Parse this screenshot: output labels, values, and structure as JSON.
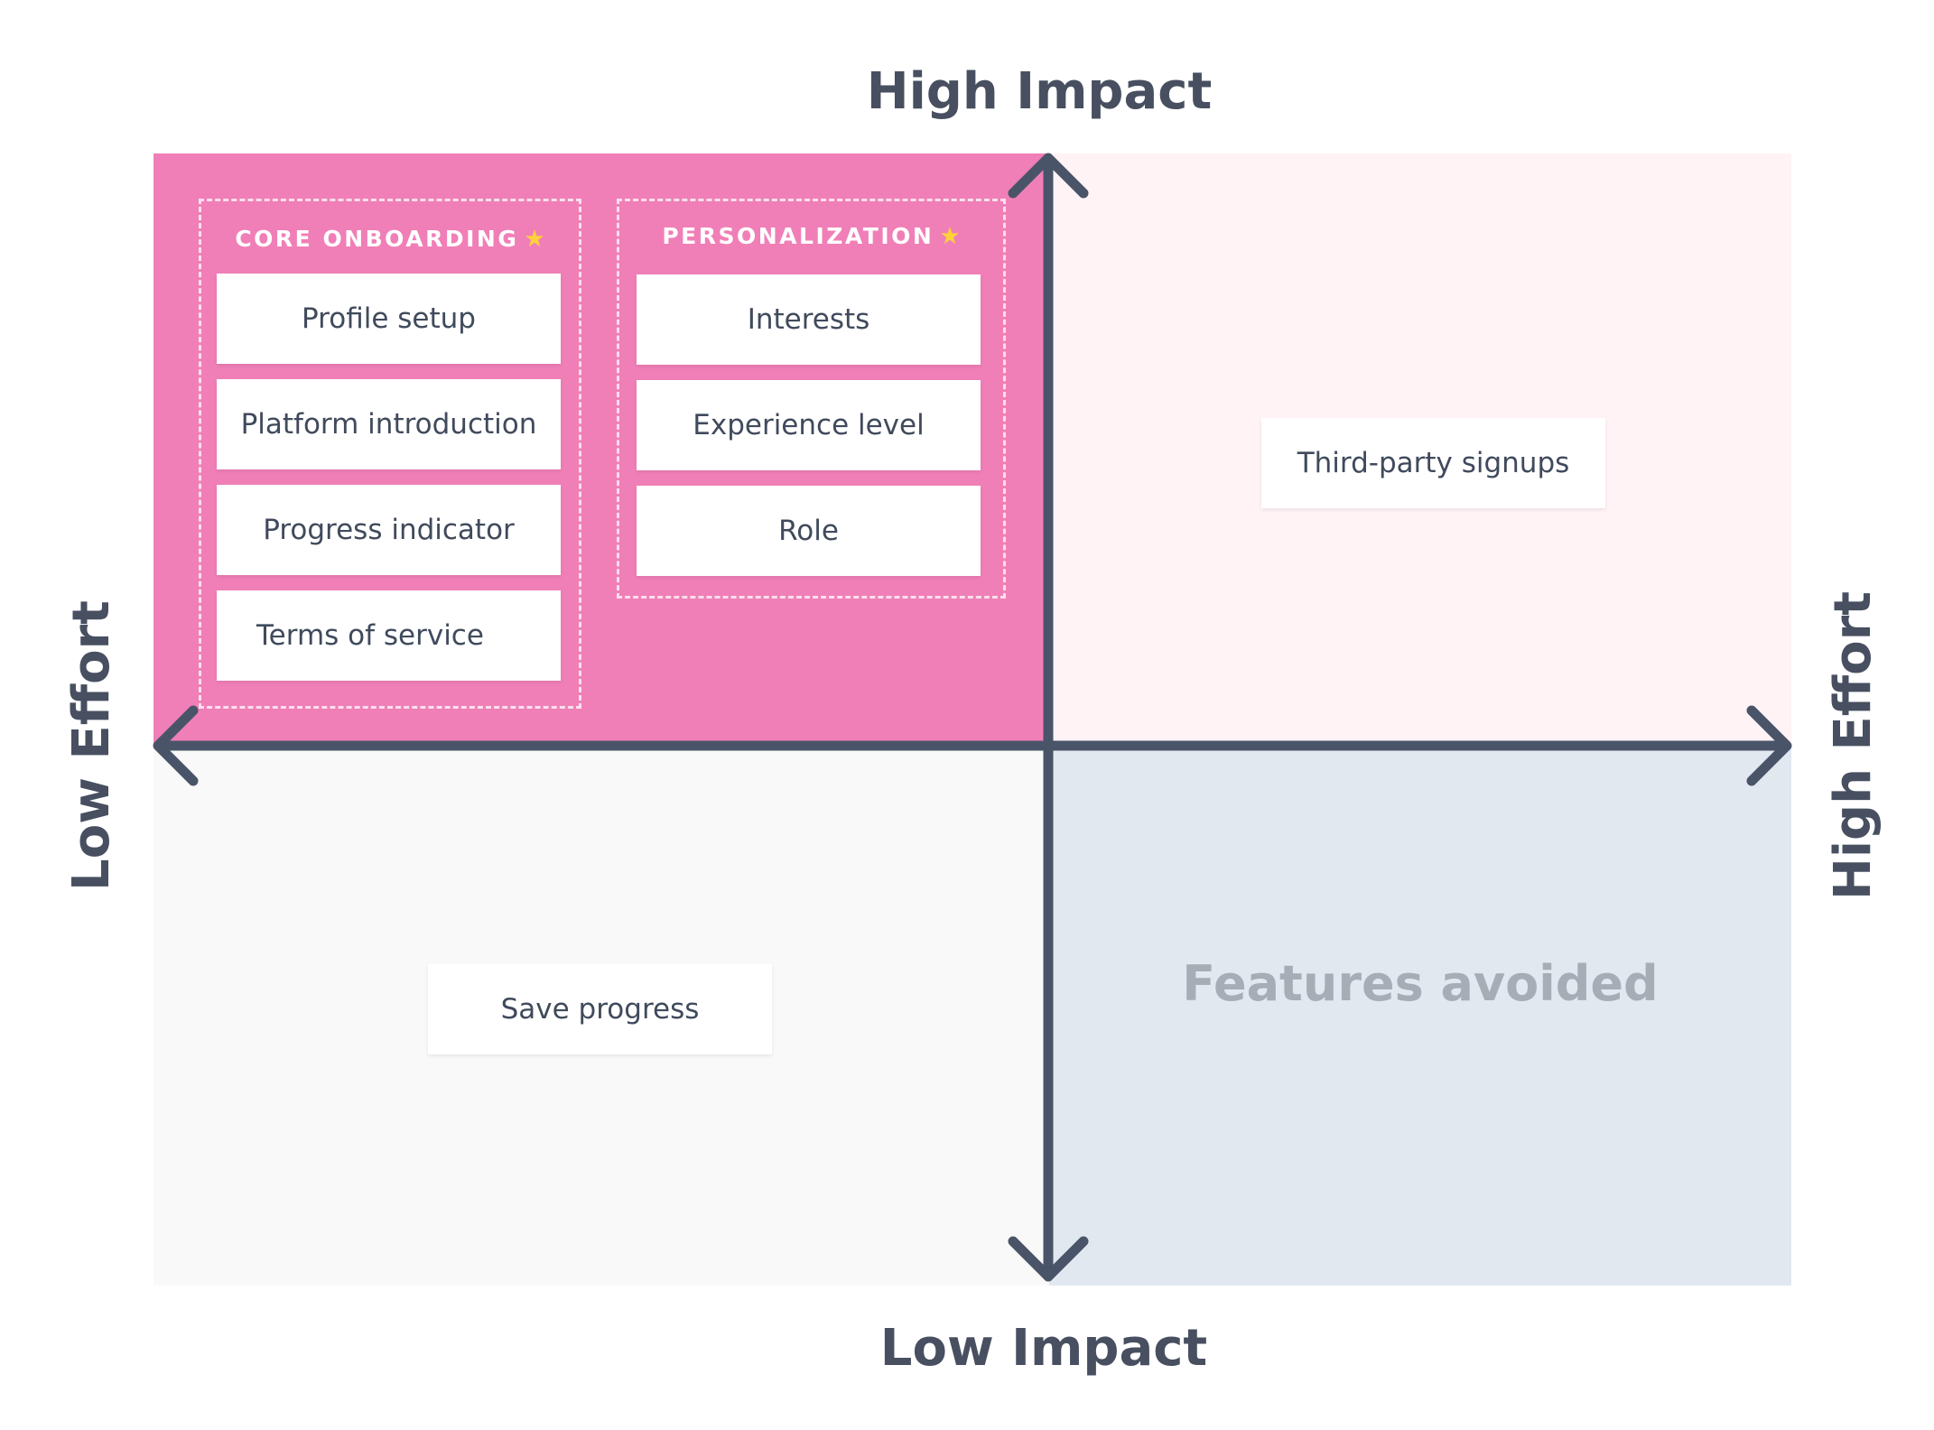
{
  "axes": {
    "top": "High Impact",
    "bottom": "Low Impact",
    "left": "Low Effort",
    "right": "High Effort"
  },
  "groups": {
    "core_onboarding": {
      "title": "CORE ONBOARDING",
      "icon": "star-icon",
      "items": [
        "Profile setup",
        "Platform introduction",
        "Progress indicator",
        "Terms of service"
      ]
    },
    "personalization": {
      "title": "PERSONALIZATION",
      "icon": "star-icon",
      "items": [
        "Interests",
        "Experience level",
        "Role"
      ]
    }
  },
  "quadrant_items": {
    "high_impact_high_effort": [
      "Third-party signups"
    ],
    "low_impact_low_effort": [
      "Save progress"
    ]
  },
  "low_impact_high_effort_label": "Features avoided",
  "colors": {
    "top_left": "#f07fb7",
    "top_right": "#fff3f6",
    "bottom_left": "#f9f9f9",
    "bottom_right": "#e1e8f0",
    "axis": "#4a5468",
    "star": "#ffd23a"
  }
}
